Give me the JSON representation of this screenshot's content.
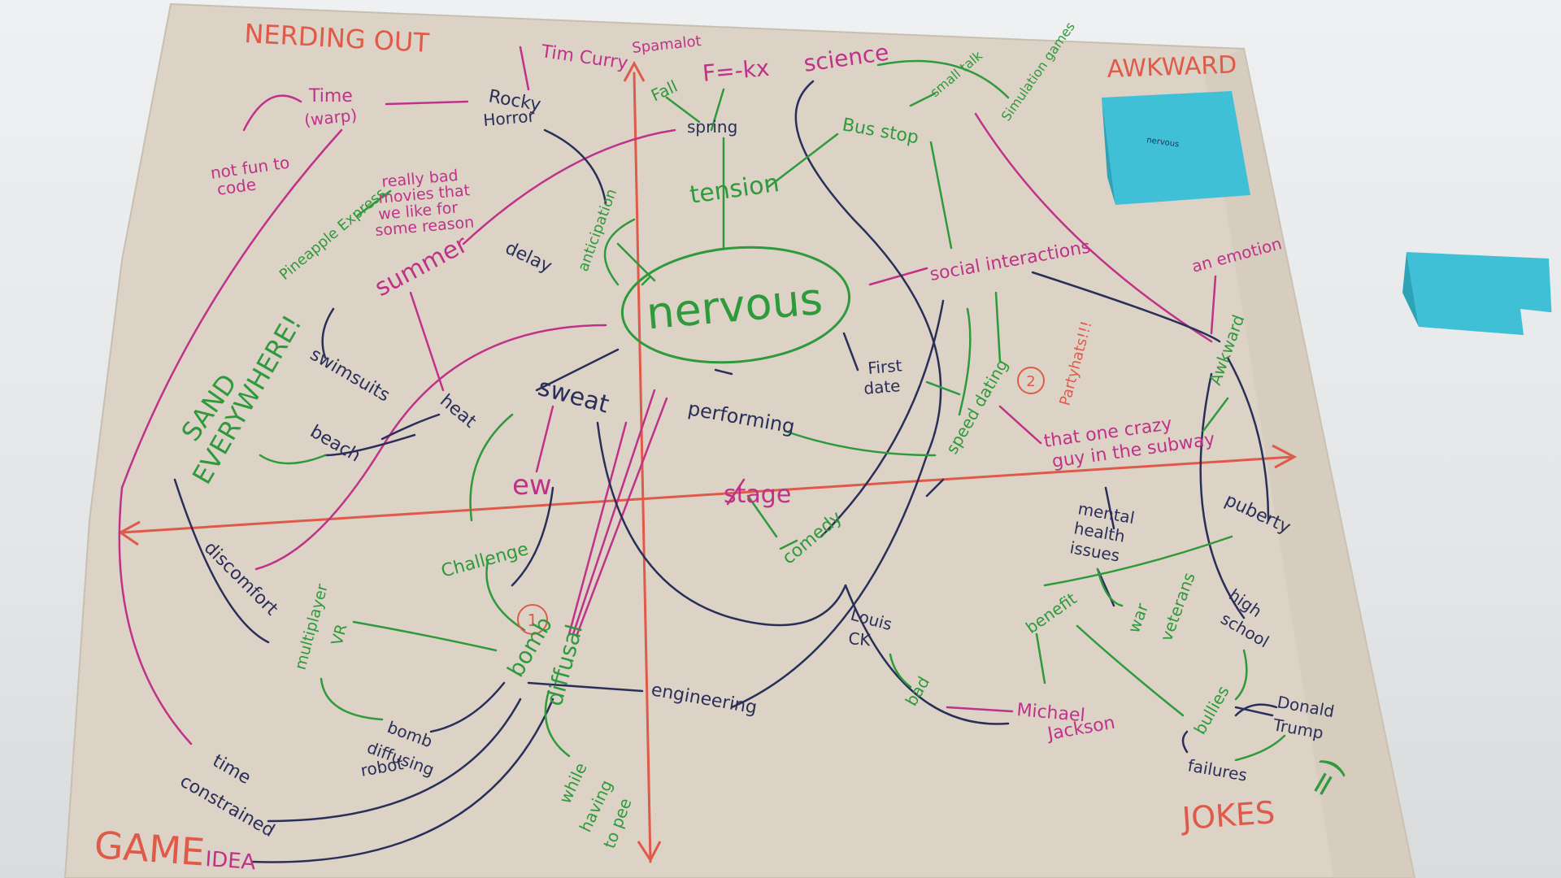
{
  "corners": {
    "top_left": "NERDING OUT",
    "top_right": "AWKWARD",
    "bottom_left_1": "GAME",
    "bottom_left_2": "IDEA",
    "bottom_right": "JOKES"
  },
  "center": "nervous",
  "sticky_note": "nervous",
  "labels": {
    "tim_curry": "Tim Curry",
    "spamalot": "Spamalot",
    "f_kx": "F=-kx",
    "science": "science",
    "fall": "Fall",
    "spring": "spring",
    "small_talk": "small talk",
    "simulation_games": "Simulation games",
    "time_warp_1": "Time",
    "time_warp_2": "(warp)",
    "rocky_horror_1": "Rocky",
    "rocky_horror_2": "Horror",
    "bus_stop": "Bus stop",
    "not_fun_1": "not fun to",
    "not_fun_2": "code",
    "really_bad_1": "really bad",
    "really_bad_2": "movies that",
    "really_bad_3": "we like for",
    "really_bad_4": "some reason",
    "tension": "tension",
    "pineapple_express": "Pineapple Express",
    "delay": "delay",
    "anticipation": "anticipation",
    "summer": "summer",
    "social_interactions": "social interactions",
    "an_emotion": "an emotion",
    "swimsuits": "swimsuits",
    "sand_1": "SAND",
    "sand_2": "EVERYWHERE!",
    "first_date_1": "First",
    "first_date_2": "date",
    "partyhats": "Partyhats!!!",
    "awkward_word": "Awkward",
    "heat": "heat",
    "sweat": "sweat",
    "performing": "performing",
    "beach": "beach",
    "speed_dating": "speed dating",
    "crazy_guy_1": "that one crazy",
    "crazy_guy_2": "guy in the subway",
    "ew": "ew",
    "stage": "stage",
    "puberty": "puberty",
    "mental_1": "mental",
    "mental_2": "health",
    "mental_3": "issues",
    "challenge": "Challenge",
    "comedy": "comedy",
    "discomfort": "discomfort",
    "multiplayer_1": "multiplayer",
    "multiplayer_2": "VR",
    "bomb_diffusal_1": "bomb",
    "bomb_diffusal_2": "diffusal",
    "louis_ck_1": "Louis",
    "louis_ck_2": "CK",
    "benefit": "benefit",
    "war_veterans_1": "war",
    "war_veterans_2": "veterans",
    "high_school_1": "high",
    "high_school_2": "school",
    "engineering": "engineering",
    "robot_1": "bomb",
    "robot_2": "diffusing",
    "robot_3": "robot",
    "bad": "bad",
    "michael_1": "Michael",
    "michael_2": "Jackson",
    "bullies": "bullies",
    "trump_1": "Donald",
    "trump_2": "Trump",
    "time_constrained_1": "time",
    "time_constrained_2": "constrained",
    "while_pee_1": "while",
    "while_pee_2": "having",
    "while_pee_3": "to pee",
    "failures": "failures",
    "smiley": "=)",
    "num_1": "1",
    "num_2": "2"
  },
  "colors": {
    "paper": "#dcd3c6",
    "green_ink": "#2f9a3c",
    "magenta_ink": "#c0328a",
    "navy_ink": "#2a2f5a",
    "red_ink": "#e05a4a",
    "sticky_note": "#3fc0d6"
  }
}
